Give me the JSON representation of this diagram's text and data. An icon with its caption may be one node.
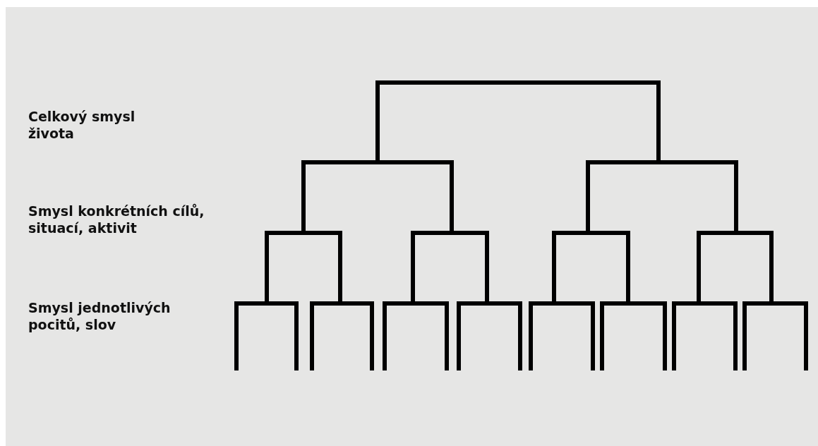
{
  "diagram": {
    "labels": [
      "Celkový smysl života",
      "Smysl konkrétních cílů, situací, aktivit",
      "Smysl jednotlivých pocitů, slov"
    ]
  }
}
